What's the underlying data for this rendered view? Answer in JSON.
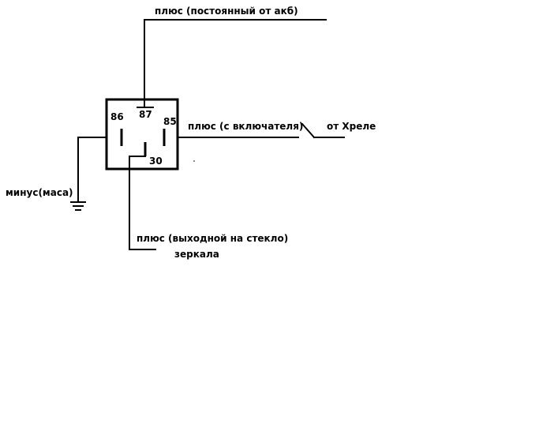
{
  "labels": {
    "plus_battery": "плюс (постоянный от акб)",
    "plus_switch": "плюс (с включателя)",
    "from_relay": "от Хреле",
    "minus_ground": "минус(маса)",
    "plus_output_line1": "плюс (выходной на стекло)",
    "plus_output_line2": "зеркала"
  },
  "relay_pins": {
    "pin_86": "86",
    "pin_87": "87",
    "pin_85": "85",
    "pin_30": "30"
  },
  "colors": {
    "line": "#000000",
    "background": "#ffffff"
  }
}
